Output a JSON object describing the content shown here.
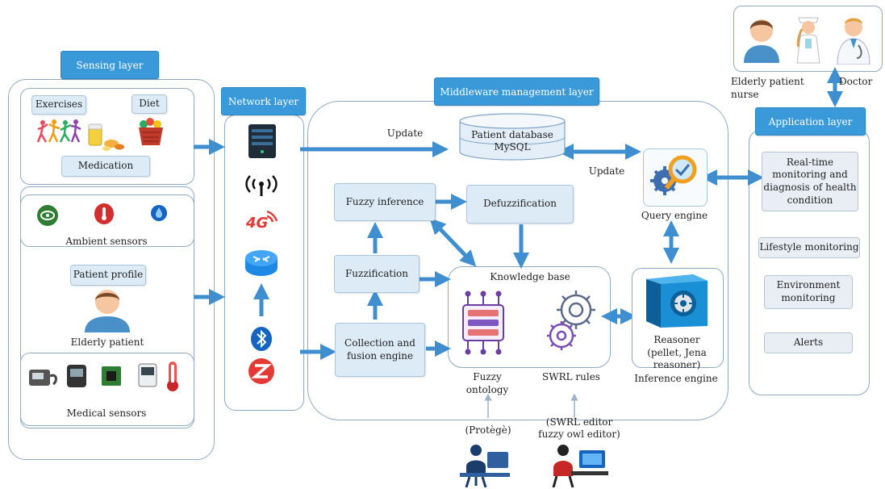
{
  "sensing": {
    "header": "Sensing layer",
    "exercises": "Exercises",
    "diet": "Diet",
    "medication": "Medication",
    "ambient_sensors": "Ambient sensors",
    "patient_profile": "Patient profile",
    "elderly_patient": "Elderly patient",
    "medical_sensors": "Medical sensors"
  },
  "network": {
    "header": "Network layer"
  },
  "middleware": {
    "header": "Middleware management layer",
    "update_top": "Update",
    "update_right": "Update",
    "database_line1": "Patient database",
    "database_line2": "MySQL",
    "fuzzy_inference": "Fuzzy inference",
    "defuzzification": "Defuzzification",
    "fuzzification": "Fuzzification",
    "collection_line1": "Collection and",
    "collection_line2": "fusion engine",
    "knowledge_base": "Knowledge base",
    "fuzzy_ontology": "Fuzzy ontology",
    "swrl_rules": "SWRL rules",
    "query_engine": "Query engine",
    "reasoner_line1": "Reasoner",
    "reasoner_line2": "(pellet, Jena reasoner)",
    "inference_engine": "Inference engine",
    "protege": "(Protègè)",
    "swrl_editor_line1": "(SWRL editor",
    "swrl_editor_line2": "fuzzy owl editor)"
  },
  "application": {
    "header": "Application layer",
    "realtime_line1": "Real-time",
    "realtime_line2": "monitoring and",
    "realtime_line3": "diagnosis of health",
    "realtime_line4": "condition",
    "lifestyle": "Lifestyle monitoring",
    "environment_line1": "Environment",
    "environment_line2": "monitoring",
    "alerts": "Alerts"
  },
  "users": {
    "caption_left": "Elderly patient nurse",
    "caption_right": "Doctor"
  },
  "colors": {
    "header_blue": "#3a9ad9",
    "box_fill": "#dcebf6",
    "arrow_blue": "#3f8fd0",
    "panel_border": "#8faac4"
  }
}
